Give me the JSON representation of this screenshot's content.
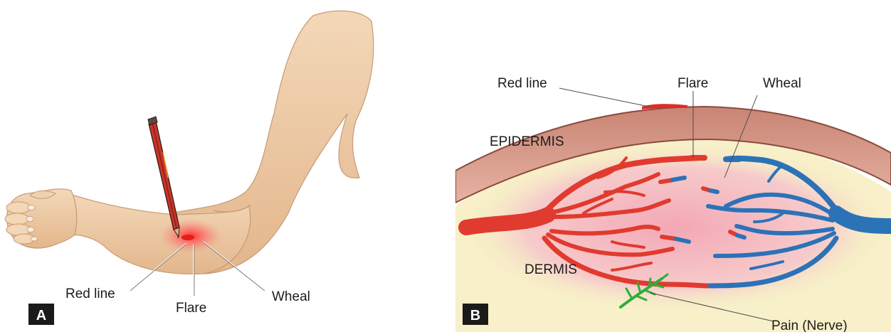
{
  "panel_a": {
    "badge": "A",
    "labels": {
      "red_line": "Red line",
      "flare": "Flare",
      "wheal": "Wheal"
    }
  },
  "panel_b": {
    "badge": "B",
    "labels": {
      "red_line": "Red line",
      "flare": "Flare",
      "wheal": "Wheal",
      "epidermis": "EPIDERMIS",
      "dermis": "DERMIS",
      "pain_nerve": "Pain (Nerve)"
    }
  },
  "colors": {
    "skin": "#efcfaa",
    "skin_shadow": "#d9ac82",
    "epidermis": "#d9a08f",
    "epidermis_border": "#8a4b3c",
    "dermis": "#f7f0c8",
    "flare_zone": "#f5c2c8",
    "artery": "#e03b2e",
    "vein": "#2c72b7",
    "nerve": "#2fae3a",
    "pencil": "#c9352a",
    "badge": "#1a1a1a"
  }
}
